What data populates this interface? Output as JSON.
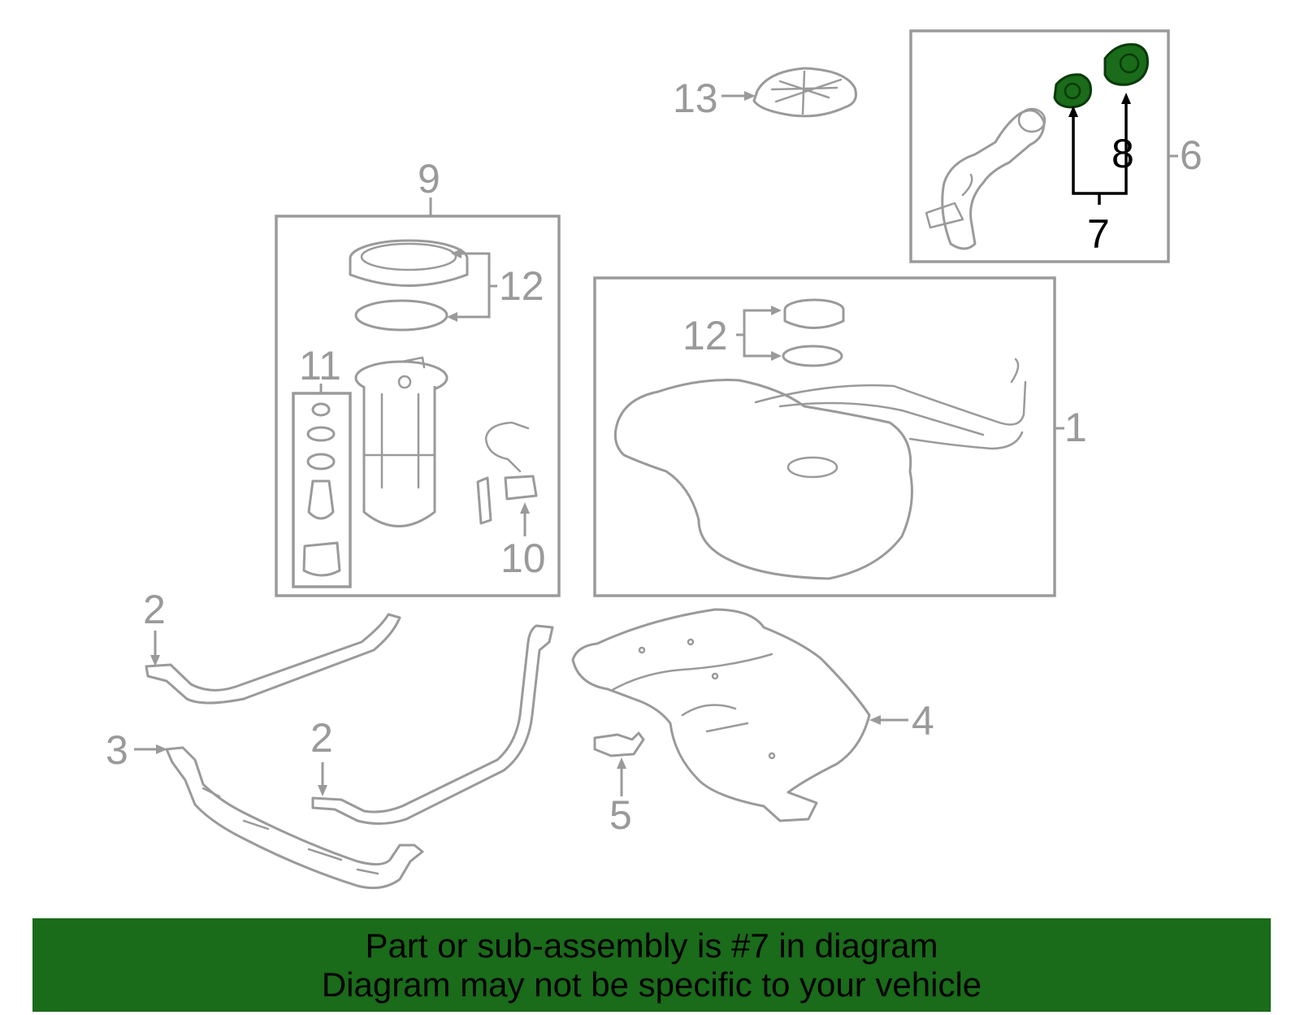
{
  "diagram": {
    "callouts": {
      "c1": "1",
      "c2a": "2",
      "c2b": "2",
      "c3": "3",
      "c4": "4",
      "c5": "5",
      "c6": "6",
      "c7": "7",
      "c8": "8",
      "c9": "9",
      "c10": "10",
      "c11": "11",
      "c12a": "12",
      "c12b": "12",
      "c13": "13"
    },
    "highlighted_callout": "7",
    "colors": {
      "line_art": "#9a9a9a",
      "highlight": "#1a6b1a",
      "highlight_text": "#000000",
      "banner_background": "#1a6b1a"
    }
  },
  "banner": {
    "line1": "Part or sub-assembly is #7 in diagram",
    "line2": "Diagram may not be specific to your vehicle"
  }
}
